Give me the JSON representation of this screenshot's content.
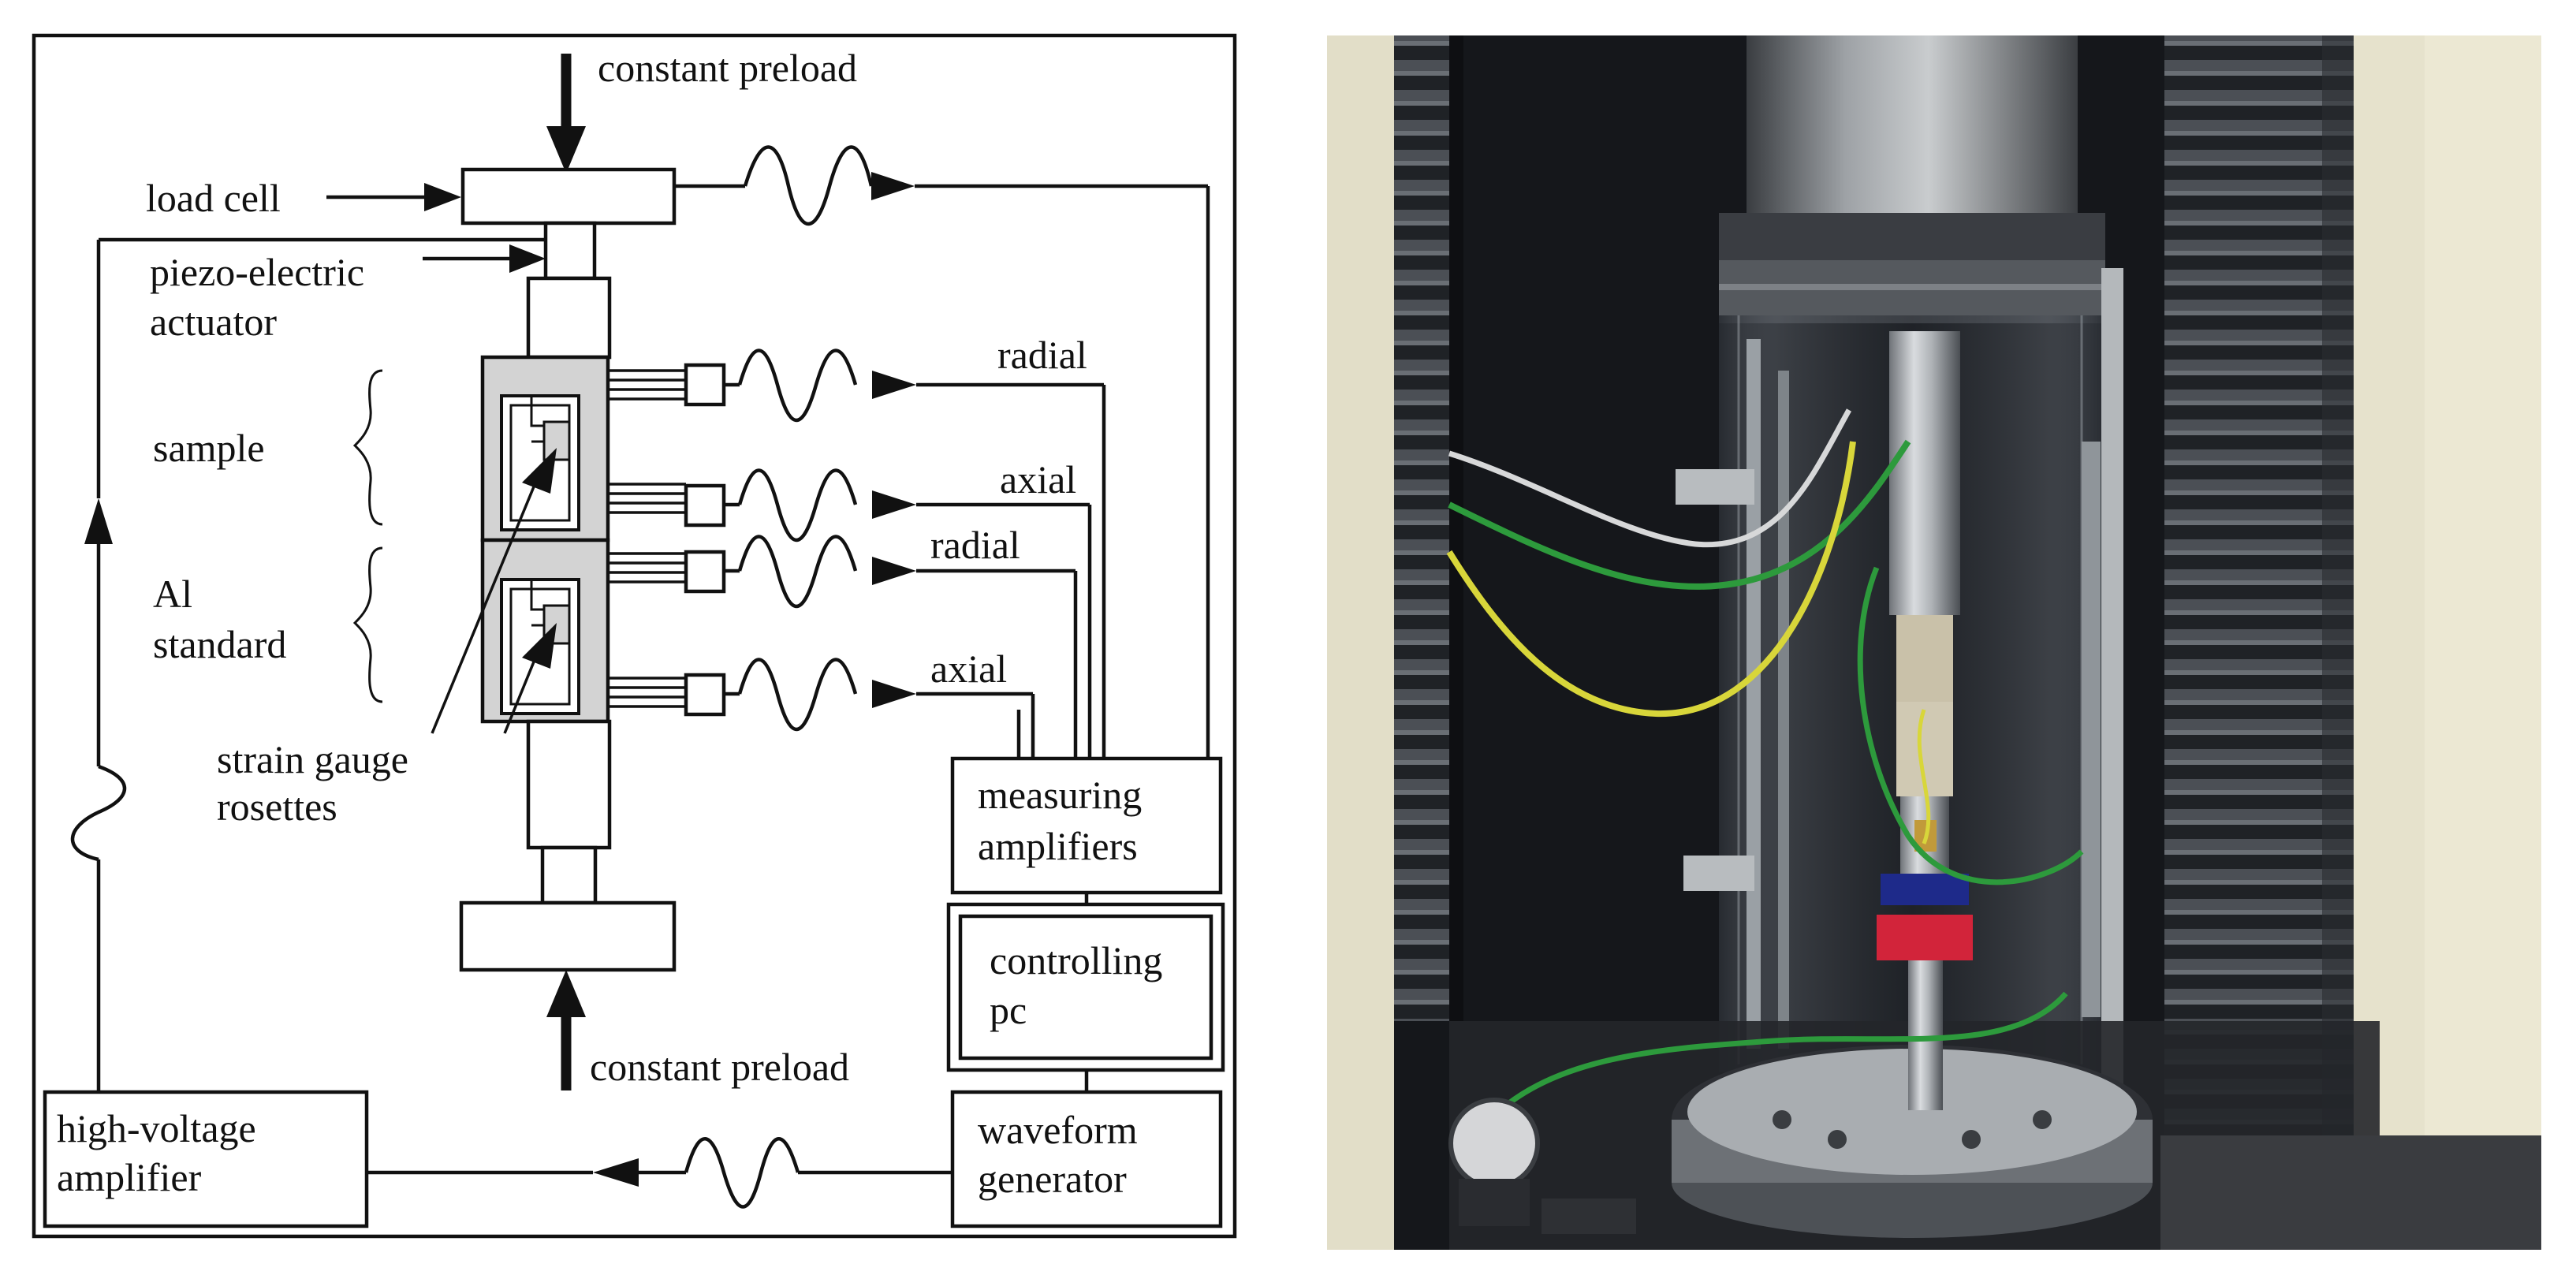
{
  "diagram": {
    "labels": {
      "preload_top": "constant preload",
      "preload_bottom": "constant preload",
      "load_cell": "load cell",
      "actuator_line1": "piezo-electric",
      "actuator_line2": "actuator",
      "sample": "sample",
      "standard_line1": "Al",
      "standard_line2": "standard",
      "rosettes_line1": "strain gauge",
      "rosettes_line2": "rosettes",
      "radial_1": "radial",
      "axial_1": "axial",
      "radial_2": "radial",
      "axial_2": "axial",
      "amplifiers_line1": "measuring",
      "amplifiers_line2": "amplifiers",
      "pc_line1": "controlling",
      "pc_line2": "pc",
      "waveform_line1": "waveform",
      "waveform_line2": "generator",
      "hv_line1": "high-voltage",
      "hv_line2": "amplifier"
    }
  },
  "photo": {
    "description_colors": {
      "background_dark": "#15171b",
      "frame_beige": "#e3dfca",
      "steel": "#b9bcbf",
      "wire_green": "#2d9a3c",
      "wire_yellow": "#d8d63a",
      "band_blue": "#1e2a8a",
      "band_red": "#d2243a"
    }
  }
}
